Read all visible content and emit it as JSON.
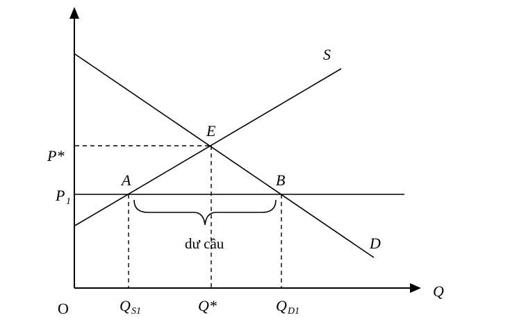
{
  "labels": {
    "origin": "O",
    "q_axis": "Q",
    "p_star": "P*",
    "p1": "P",
    "p1_sub": "1",
    "supply": "S",
    "demand": "D",
    "equilibrium": "E",
    "point_a": "A",
    "point_b": "B",
    "qs1": "Q",
    "qs1_sub": "S1",
    "q_star": "Q*",
    "qd1": "Q",
    "qd1_sub": "D1",
    "surplus_note": "dư cầu"
  }
}
